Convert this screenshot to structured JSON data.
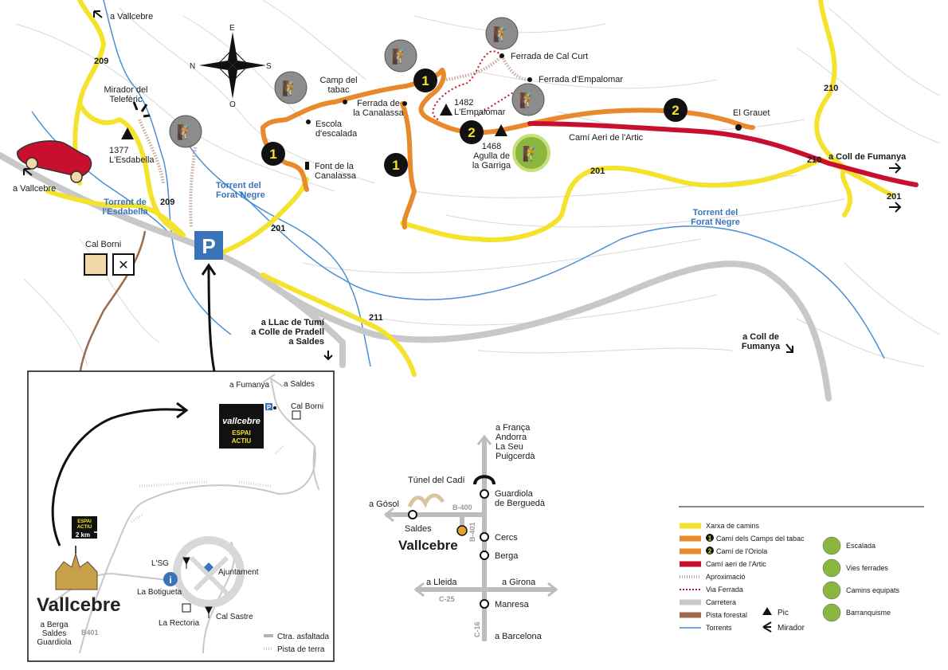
{
  "compass": {
    "n": "N",
    "e": "E",
    "s": "S",
    "o": "O"
  },
  "places": {
    "vallcebre_top": "a Vallcebre",
    "mirador_teleferic": "Mirador del\nTelefèric",
    "estabella_peak": "1377\nL'Esdabella",
    "vallcebre_left": "a Vallcebre",
    "torrent_esdabella": "Torrent de\nl'Esdabella",
    "torrent_forat_negre_1": "Torrent del\nForat Negre",
    "cal_borni": "Cal Borni",
    "escola_escalada": "Escola\nd'escalada",
    "camp_tabac": "Camp del\ntabac",
    "ferrada_canalassa": "Ferrada de\nla Canalassa",
    "font_canalassa": "Font de la\nCanalassa",
    "empalomar_peak": "1482\nL'Empalomar",
    "agulla_garriga": "1468\nAgulla de\nla Garriga",
    "ferrada_cal_curt": "Ferrada de Cal Curt",
    "ferrada_empalomar": "Ferrada d'Empalomar",
    "cami_aeri": "Camí Aeri de l'Artic",
    "el_grauet": "El Grauet",
    "coll_fumanya_right": "a Coll de Fumanya",
    "torrent_forat_negre_2": "Torrent del\nForat Negre",
    "coll_fumanya_low": "a Coll de\nFumanya",
    "llac_tumi": "a LLac de Tumí\na Colle de Pradell\na Saldes"
  },
  "route_numbers": {
    "r209": "209",
    "r201": "201",
    "r210": "210",
    "r211": "211"
  },
  "markers": {
    "one": "1",
    "two": "2"
  },
  "parking": "P",
  "inset": {
    "fumanya": "a Fumanya",
    "saldes": "a Saldes",
    "cal_borni": "Cal Borni",
    "logo_main": "vallcebre",
    "logo_sub1": "ESPAI",
    "logo_sub2": "ACTIU",
    "sign_line1": "ESPAI",
    "sign_line2": "ACTIU",
    "sign_dist": "2 km",
    "town": "Vallcebre",
    "towns_below": "a Berga\nSaldes\nGuardiola",
    "road_b401": "B401",
    "lsg": "L'SG",
    "botigueta": "La Botigueta",
    "rectoria": "La Rectoria",
    "ajuntament": "Ajuntament",
    "cal_sastre": "Cal Sastre",
    "legend_asphalt": "Ctra. asfaltada",
    "legend_dirt": "Pista de terra"
  },
  "regional": {
    "franca": "a França\nAndorra\nLa Seu\nPuigcerdà",
    "tunel": "Túnel del Cadí",
    "guardiola": "Guardiola\nde Berguedà",
    "gosol": "a Gósol",
    "b400": "B-400",
    "saldes": "Saldes",
    "vallcebre": "Vallcebre",
    "b401": "B-401",
    "cercs": "Cercs",
    "berga": "Berga",
    "lleida": "a Lleida",
    "girona": "a Girona",
    "c25": "C-25",
    "manresa": "Manresa",
    "c16": "C-16",
    "barcelona": "a Barcelona"
  },
  "legend": {
    "items": [
      {
        "label": "Xarxa de camins",
        "color": "#f5e22c"
      },
      {
        "label": "Camí dels Camps del tabac",
        "color": "#e8892b",
        "badge": "1"
      },
      {
        "label": "Camí de l'Oriola",
        "color": "#e8892b",
        "badge": "2"
      },
      {
        "label": "Camí aeri de l'Artic",
        "color": "#c8102e"
      },
      {
        "label": "Aproximació",
        "color": "#c9a99a"
      },
      {
        "label": "Via Ferrada",
        "color": "#c8102e"
      },
      {
        "label": "Carretera",
        "color": "#c8c8c8"
      },
      {
        "label": "Pista forestal",
        "color": "#9c6b4e"
      },
      {
        "label": "Torrents",
        "color": "#3b8ed6"
      }
    ],
    "pic": "Pic",
    "mirador": "Mirador",
    "activities": [
      "Escalada",
      "Vies ferrades",
      "Camins equipats",
      "Barranquisme"
    ],
    "activity_color": "#8ab63f"
  }
}
